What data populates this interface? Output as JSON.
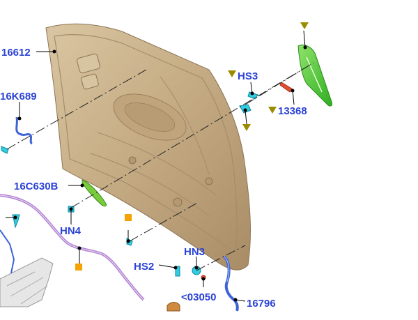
{
  "parts": {
    "hood_panel": "16612",
    "left_cable": "16K689",
    "bumper_clip": "16C630B",
    "left_fastener": "HN4",
    "right_bolt_top": "HS3",
    "right_pad": "13368",
    "bottom_nut": "HN3",
    "bottom_bolt": "HS2",
    "bottom_latch": "<03050",
    "bottom_cable": "16796"
  },
  "colors": {
    "label": "#2b43d6",
    "hood": "#c8b08a",
    "green_part": "#5fd13a",
    "cyan_part": "#33cce0",
    "blue_part": "#3f63d6",
    "purple_cable": "#b080d0",
    "olive_marker": "#9a8c00",
    "orange_marker": "#f4a400",
    "red_part": "#e05030"
  },
  "icons": {
    "triangle_marker": "olive-triangle-icon",
    "square_marker": "orange-square-icon"
  }
}
